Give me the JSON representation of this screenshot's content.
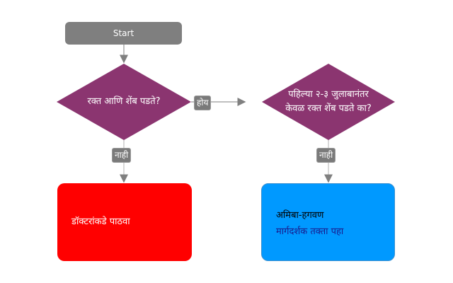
{
  "start": {
    "label": "Start"
  },
  "decision1": {
    "text": "रक्त आणि शेंब पडते?",
    "yes_label": "होय",
    "no_label": "नाही"
  },
  "decision2": {
    "line1": "पहिल्या २-३ जुलाबानंतर",
    "line2": "केवळ रक्त शेंब पडते का?",
    "no_label": "नाही"
  },
  "action_red": {
    "text": "डॉक्टरांकडे पाठवा"
  },
  "action_blue": {
    "title": "अमिबा-हगवण",
    "link": "मार्गदर्शक तक्ता पहा"
  },
  "colors": {
    "decision": "#8b3570",
    "start": "#7f7f7f",
    "red": "#ff0000",
    "blue": "#0099ff"
  }
}
